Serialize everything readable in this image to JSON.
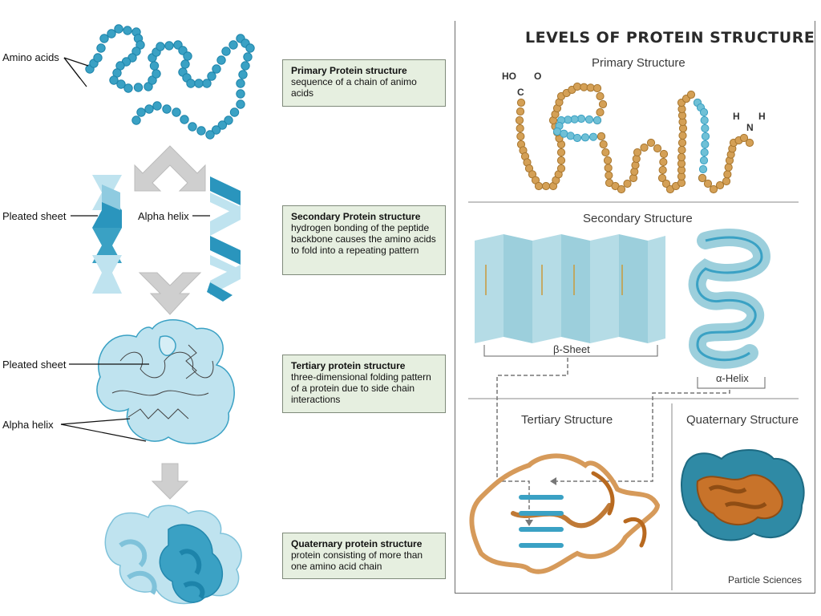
{
  "left": {
    "amino_acids_label": "Amino acids",
    "pleated_sheet_label_1": "Pleated sheet",
    "alpha_helix_label_1": "Alpha helix",
    "pleated_sheet_label_2": "Pleated sheet",
    "alpha_helix_label_2": "Alpha helix"
  },
  "boxes": [
    {
      "title": "Primary Protein structure",
      "text": "sequence of a chain of animo acids"
    },
    {
      "title": "Secondary Protein structure",
      "text": "hydrogen bonding of the peptide backbone causes the amino acids to fold into a repeating pattern"
    },
    {
      "title": "Tertiary protein structure",
      "text": "three-dimensional folding pattern of a protein due to side chain interactions"
    },
    {
      "title": "Quaternary protein structure",
      "text": "protein consisting of more than one amino acid chain"
    }
  ],
  "right": {
    "title": "LEVELS OF PROTEIN STRUCTURE",
    "primary": "Primary Structure",
    "secondary": "Secondary Structure",
    "tertiary": "Tertiary Structure",
    "quaternary": "Quaternary Structure",
    "beta_sheet": "β-Sheet",
    "alpha_helix": "α-Helix",
    "credit": "Particle Sciences",
    "ho": "HO",
    "o": "O",
    "c": "C",
    "n": "N",
    "h": "H"
  },
  "colors": {
    "blue": "#3aa1c4",
    "light_blue": "#bfe3ef",
    "dark_blue": "#1d84aa",
    "orange": "#d4a056",
    "brown": "#b8691f",
    "box_bg": "#e6efe0",
    "arrow": "#c8c8c8"
  }
}
